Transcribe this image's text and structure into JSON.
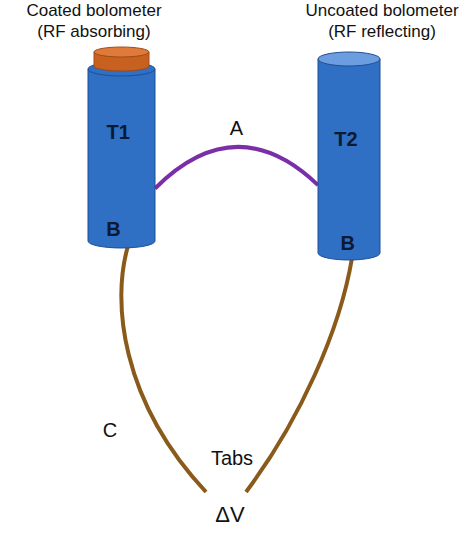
{
  "diagram": {
    "nodes": [
      {
        "text": [
          "Coated bolometer (RF absorbing)",
          "T1",
          "B"
        ]
      },
      {
        "text": [
          "Uncoated bolometer (RF reflecting)",
          "T2",
          "B"
        ]
      }
    ],
    "edges": [
      {
        "from": 0,
        "to": 1,
        "label": "A",
        "arrow": "none"
      }
    ],
    "labels": [
      "C",
      "Tabs",
      "ΔV"
    ]
  }
}
